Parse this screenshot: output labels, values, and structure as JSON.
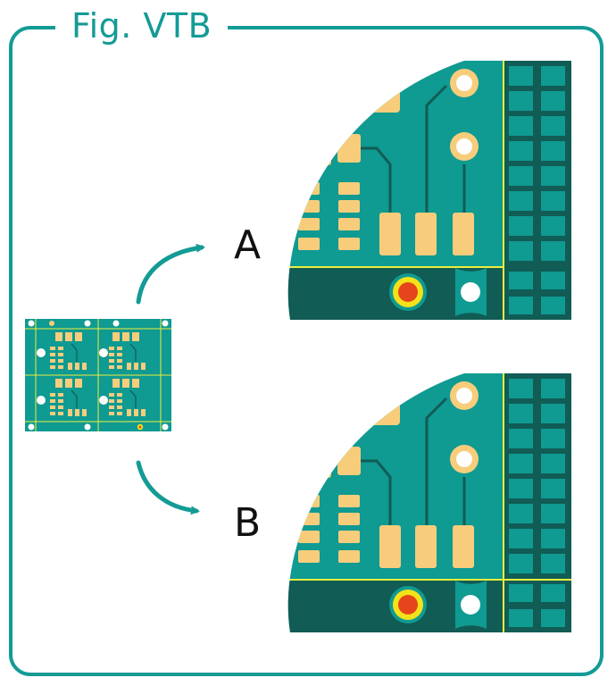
{
  "figure": {
    "title": "Fig. VTB"
  },
  "variants": [
    {
      "label": "A"
    },
    {
      "label": "B"
    }
  ],
  "colors": {
    "frame": "#149b96",
    "board": "#0f9a92",
    "board_dark": "#115c55",
    "pad": "#f7cd7c",
    "silkscreen": "#ecee3d",
    "via_red": "#e5451a",
    "via_yellow": "#f3e21a"
  }
}
